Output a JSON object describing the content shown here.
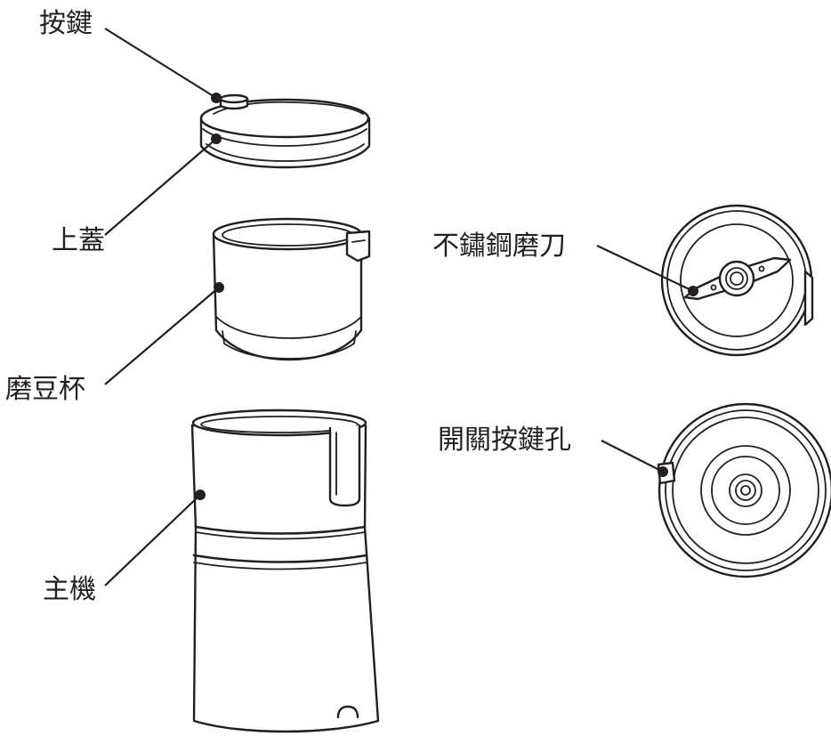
{
  "labels": {
    "button": "按鍵",
    "top_lid": "上蓋",
    "bean_cup": "磨豆杯",
    "main_unit": "主機",
    "blade": "不鏽鋼磨刀",
    "switch_hole": "開關按鍵孔"
  }
}
